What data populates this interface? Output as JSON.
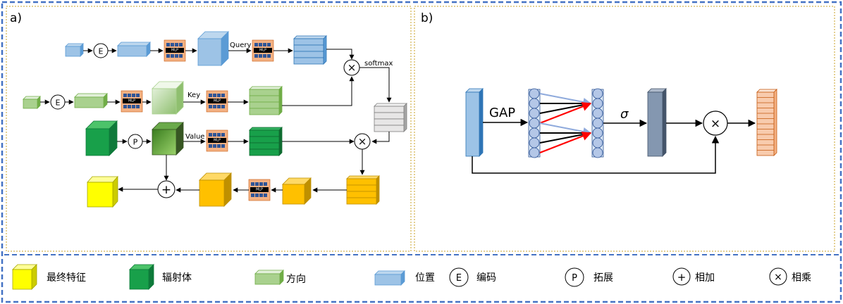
{
  "panels": {
    "a_label": "a)",
    "b_label": "b)"
  },
  "panel_a": {
    "encode_symbol": "E",
    "project_symbol": "P",
    "mlp_label": "MLP",
    "query_label": "Query",
    "key_label": "Key",
    "value_label": "Value",
    "softmax_label": "softmax",
    "multiply_symbol": "×",
    "add_symbol": "+"
  },
  "panel_b": {
    "gap_label": "GAP",
    "sigma_label": "σ",
    "multiply_symbol": "×"
  },
  "legend": {
    "final_feature": "最终特征",
    "radiance": "辐射体",
    "direction": "方向",
    "position": "位置",
    "encode_symbol": "E",
    "encode_label": "编码",
    "expand_symbol": "P",
    "expand_label": "拓展",
    "add_symbol": "+",
    "add_label": "相加",
    "multiply_symbol": "×",
    "multiply_label": "相乘"
  },
  "colors": {
    "frame_blue": "#4472c4",
    "panel_border": "#c9a227",
    "position_blue": "#9dc3e6",
    "direction_green": "#a9d18e",
    "radiance_green": "#18a04a",
    "final_yellow": "#ffff00",
    "output_orange": "#ffc000",
    "mlp_orange": "#f4b183",
    "mlp_blue": "#2f5597",
    "attention_grey": "#d9d9d9",
    "sigma_slate": "#8497b0",
    "arrow_red": "#ff0000"
  }
}
